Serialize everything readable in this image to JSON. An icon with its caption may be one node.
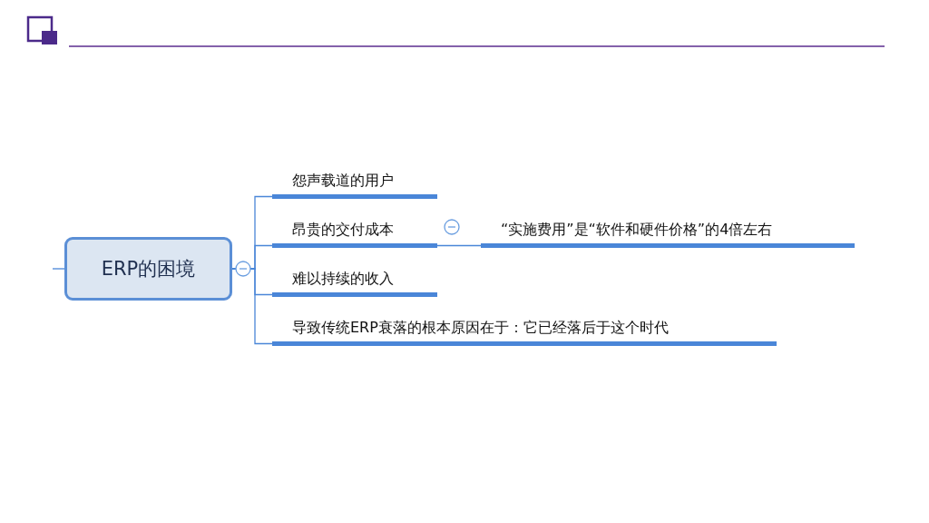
{
  "diagram": {
    "nodes": [
      {
        "text": [
          "ERP的困境"
        ]
      },
      {
        "text": [
          "怨声载道的用户"
        ]
      },
      {
        "text": [
          "昂贵的交付成本"
        ]
      },
      {
        "text": [
          "“实施费用”是“软件和硬件价格”的4倍左右"
        ]
      },
      {
        "text": [
          "难以持续的收入"
        ]
      },
      {
        "text": [
          "导致传统ERP衰落的根本原因在于：它已经落后于这个时代"
        ]
      }
    ],
    "edges": [
      {
        "from": null,
        "to": 0,
        "arrow": "none"
      },
      {
        "from": 0,
        "to": 1,
        "arrow": "none"
      },
      {
        "from": 0,
        "to": 2,
        "arrow": "none"
      },
      {
        "from": 2,
        "to": 3,
        "arrow": "none"
      },
      {
        "from": 0,
        "to": 4,
        "arrow": "none"
      },
      {
        "from": 0,
        "to": 5,
        "arrow": "none"
      }
    ]
  }
}
